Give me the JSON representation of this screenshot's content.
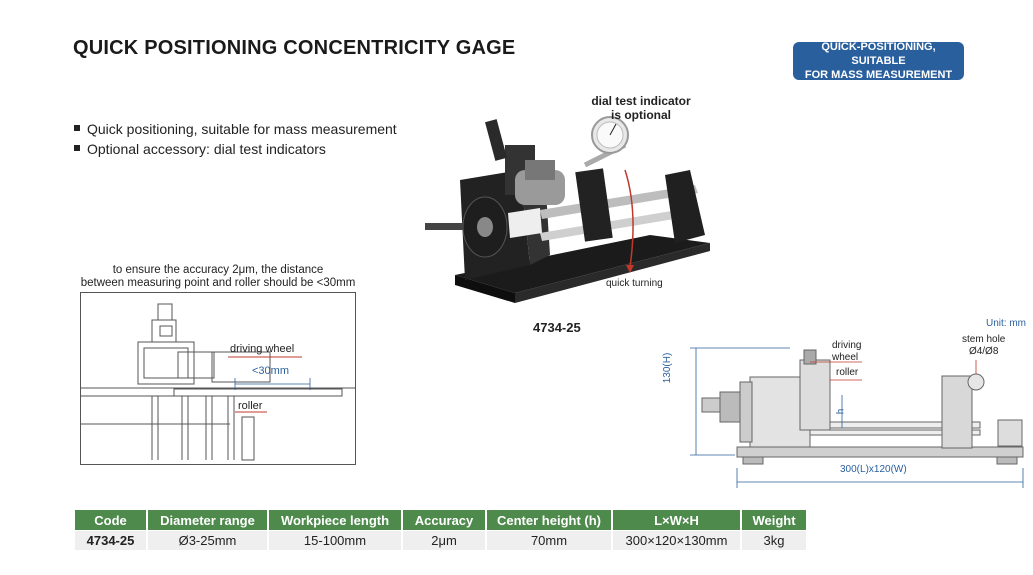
{
  "title": "QUICK POSITIONING CONCENTRICITY GAGE",
  "badge": {
    "line1": "QUICK-POSITIONING, SUITABLE",
    "line2": "FOR MASS MEASUREMENT"
  },
  "features": [
    "Quick positioning, suitable for mass measurement",
    "Optional accessory: dial test indicators"
  ],
  "photo": {
    "callout_line1": "dial test indicator",
    "callout_line2": "is optional",
    "turning_label": "quick turning",
    "model": "4734-25"
  },
  "detail_diagram": {
    "note_line1": "to ensure the accuracy 2μm, the distance",
    "note_line2": "between measuring point and roller should be <30mm",
    "driving_wheel": "driving wheel",
    "distance": "<30mm",
    "roller": "roller"
  },
  "dimension_drawing": {
    "unit": "Unit: mm",
    "driving_wheel_1": "driving",
    "driving_wheel_2": "wheel",
    "roller": "roller",
    "stem_hole_1": "stem hole",
    "stem_hole_2": "Ø4/Ø8",
    "height": "130(H)",
    "h": "h",
    "base": "300(L)x120(W)"
  },
  "spec_table": {
    "headers": [
      "Code",
      "Diameter range",
      "Workpiece length",
      "Accuracy",
      "Center height (h)",
      "L×W×H",
      "Weight"
    ],
    "row": [
      "4734-25",
      "Ø3-25mm",
      "15-100mm",
      "2μm",
      "70mm",
      "300×120×130mm",
      "3kg"
    ]
  },
  "colors": {
    "header_green": "#4e8a4c",
    "badge_blue": "#2a5f9e",
    "accent_red": "#c0392b"
  }
}
